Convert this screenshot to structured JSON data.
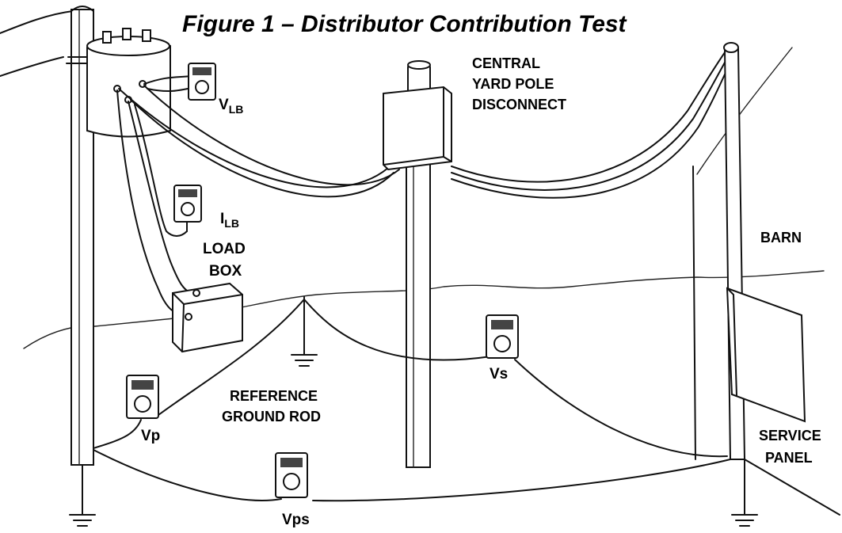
{
  "title": "Figure 1 – Distributor Contribution Test",
  "labels": {
    "v_lb": "V",
    "v_lb_sub": "LB",
    "i_lb": "I",
    "i_lb_sub": "LB",
    "central_1": "CENTRAL",
    "central_2": "YARD POLE",
    "central_3": "DISCONNECT",
    "load_1": "LOAD",
    "load_2": "BOX",
    "barn": "BARN",
    "ref_1": "REFERENCE",
    "ref_2": "GROUND ROD",
    "vs": "Vs",
    "vp": "Vp",
    "vps": "Vps",
    "service_1": "SERVICE",
    "service_2": "PANEL"
  },
  "meters": [
    "meter-vlb",
    "meter-ilb",
    "meter-vp",
    "meter-vs",
    "meter-vps"
  ]
}
